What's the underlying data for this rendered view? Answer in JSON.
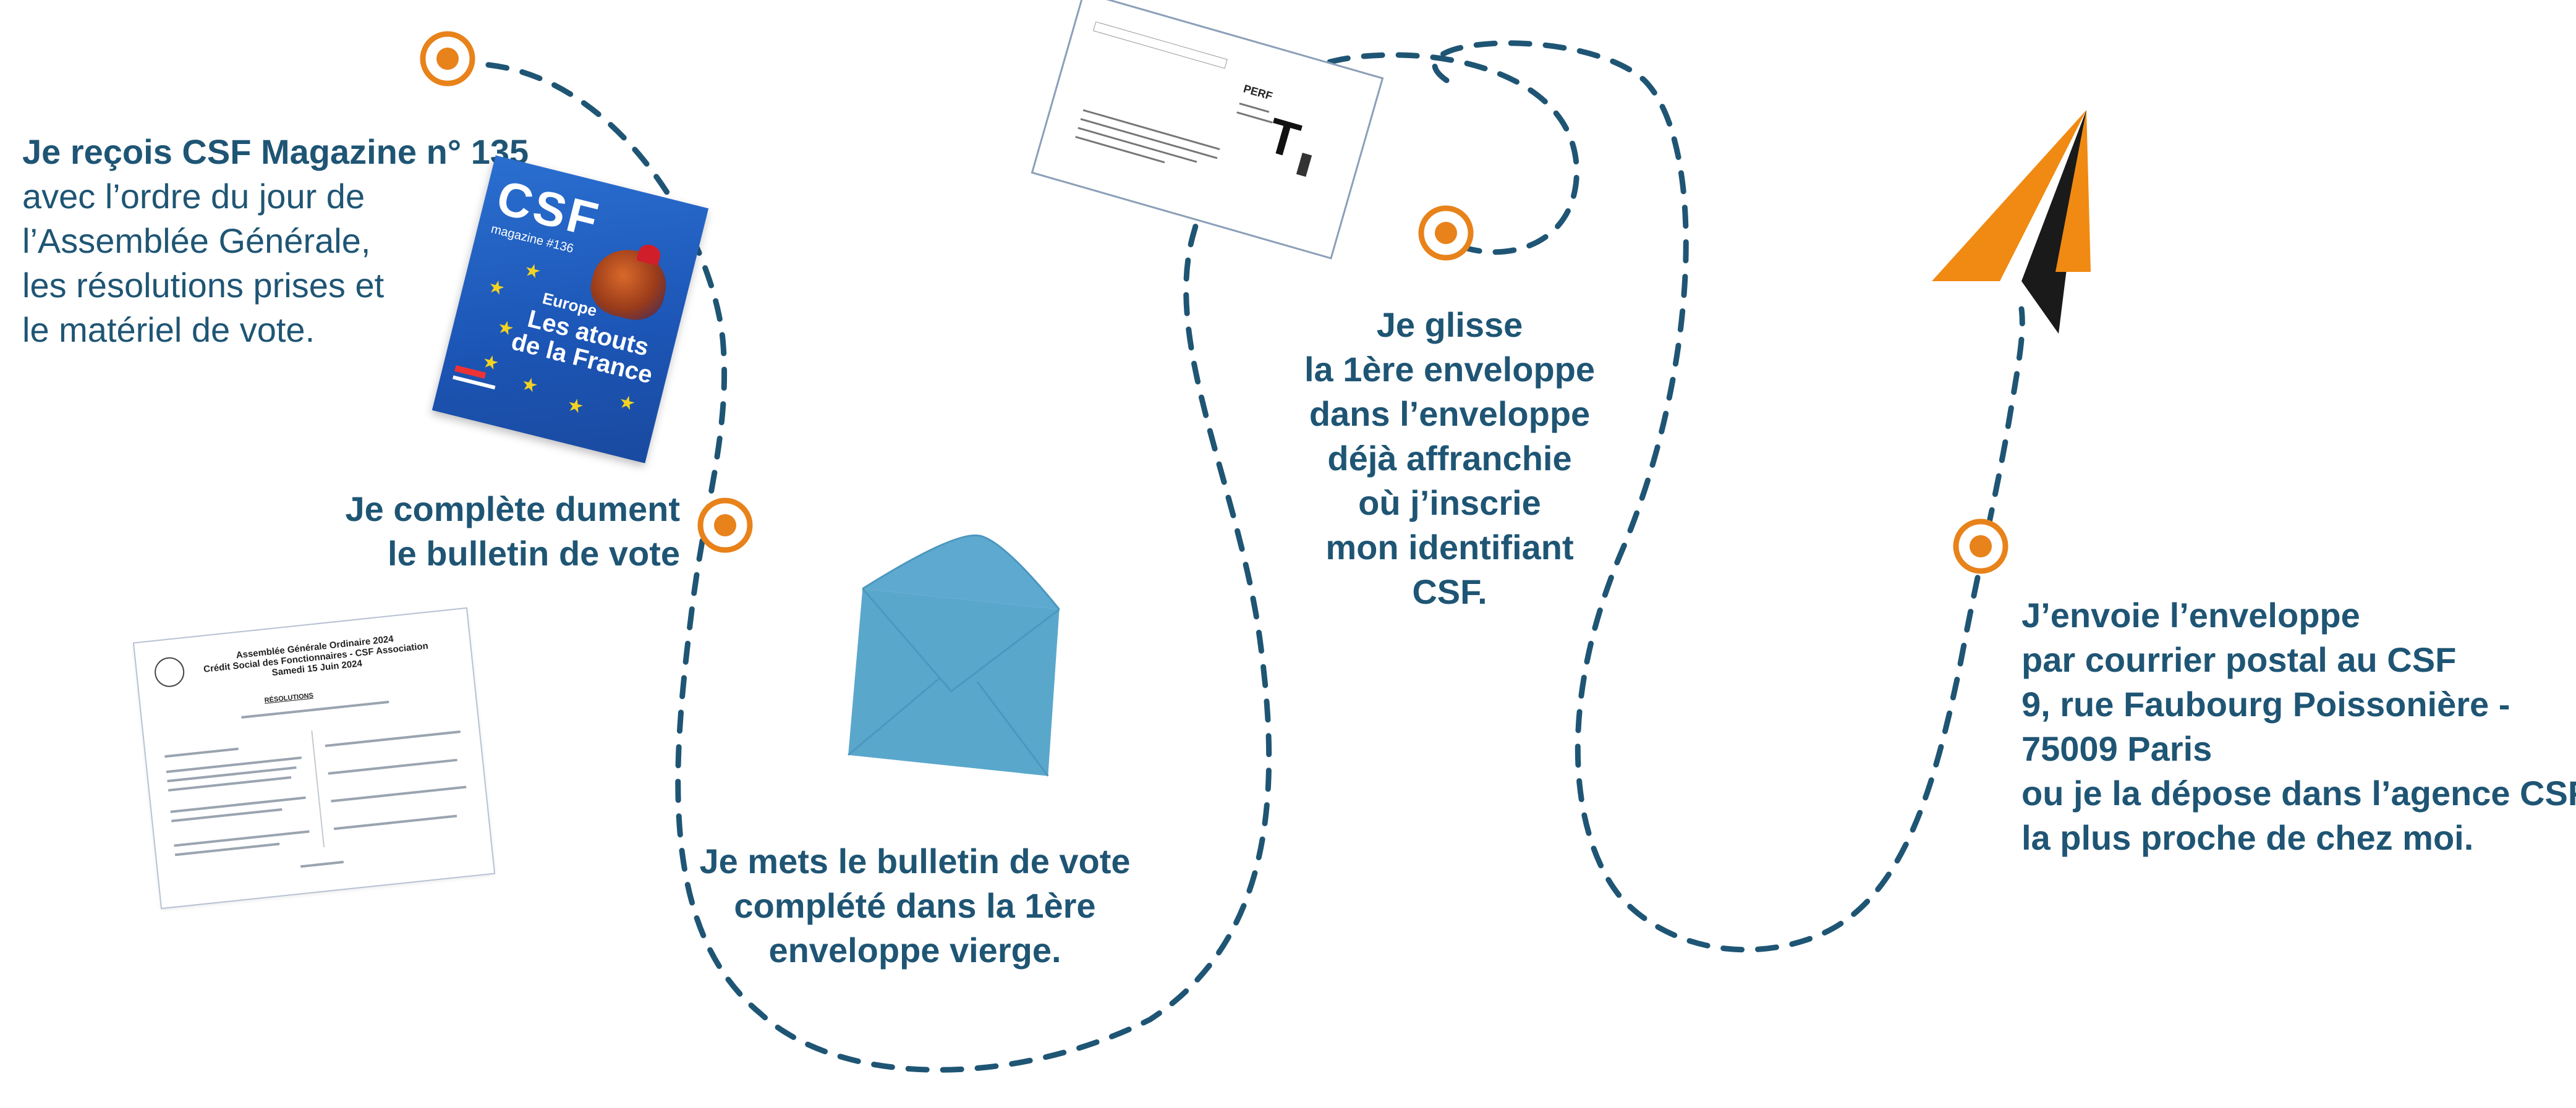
{
  "steps": {
    "receive": {
      "line1": "Je reçois CSF Magazine n° 135",
      "line2": "avec l’ordre du jour de",
      "line3": "l’Assemblée Générale,",
      "line4": "les résolutions prises et",
      "line5": "le matériel de vote."
    },
    "complete": {
      "line1": "Je complète dument",
      "line2": "le bulletin de vote"
    },
    "insert": {
      "line1": "Je mets le bulletin de vote",
      "line2": "complété dans la 1ère",
      "line3": "enveloppe vierge."
    },
    "slide": {
      "line1": "Je glisse",
      "line2": "la 1ère enveloppe",
      "line3": "dans l’enveloppe",
      "line4": "déjà affranchie",
      "line5": "où j’inscrie",
      "line6": "mon identifiant",
      "line7": "CSF."
    },
    "send": {
      "line1": "J’envoie l’enveloppe",
      "line2": "par courrier postal au CSF",
      "line3": "9, rue Faubourg Poissonière -",
      "line4": "75009 Paris",
      "line5": "ou je la dépose dans l’agence CSF",
      "line6": "la plus proche de chez moi."
    }
  },
  "magazine": {
    "logo": "CSF",
    "subtitle": "magazine #136",
    "kicker": "Europe",
    "title": "Les atouts de la France"
  },
  "ballot": {
    "title_line1": "Assemblée Générale Ordinaire 2024",
    "title_line2": "Crédit Social des Fonctionnaires - CSF Association",
    "title_line3": "Samedi 15 Juin 2024",
    "heading": "RÉSOLUTIONS"
  },
  "postcard": {
    "perf": "PERF",
    "t_mark": "T"
  },
  "colors": {
    "text": "#1f5574",
    "accent": "#e8821a",
    "path": "#1f5574",
    "envelope": "#5aa7cc",
    "plane_orange": "#f08a12",
    "plane_dark": "#1a1a1a"
  },
  "icons": {
    "magazine": "magazine-cover-icon",
    "ballot": "ballot-sheet-icon",
    "envelope": "envelope-icon",
    "postcard": "prepaid-envelope-icon",
    "plane": "paper-plane-icon",
    "marker": "orange-step-marker-icon"
  }
}
